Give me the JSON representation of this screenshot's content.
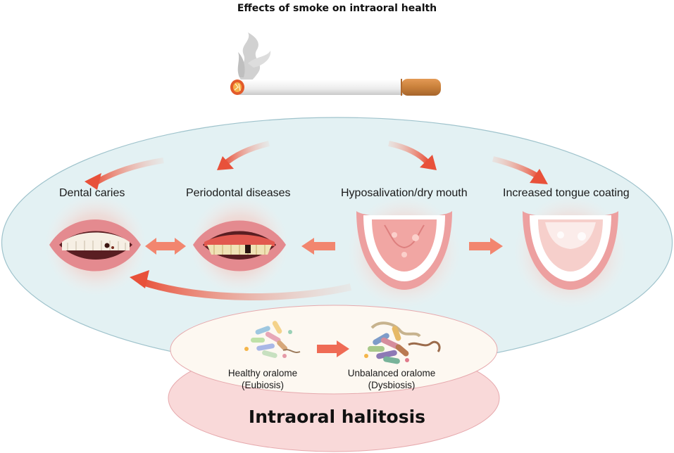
{
  "title": "Effects of smoke on intraoral health",
  "effects": {
    "dental_caries": "Dental caries",
    "periodontal": "Periodontal diseases",
    "hyposalivation": "Hyposalivation/dry mouth",
    "tongue_coating": "Increased tongue coating"
  },
  "oralome": {
    "healthy_line1": "Healthy oralome",
    "healthy_line2": "(Eubiosis)",
    "unbalanced_line1": "Unbalanced oralome",
    "unbalanced_line2": "(Dysbiosis)"
  },
  "outcome": "Intraoral halitosis",
  "colors": {
    "arrow": "#e8513a",
    "ellipse_fill": "#e3f1f3",
    "ellipse_stroke": "#9fc3cc",
    "halitosis_fill": "#f9d9d9",
    "healthy_fill": "#fdf8f1"
  }
}
